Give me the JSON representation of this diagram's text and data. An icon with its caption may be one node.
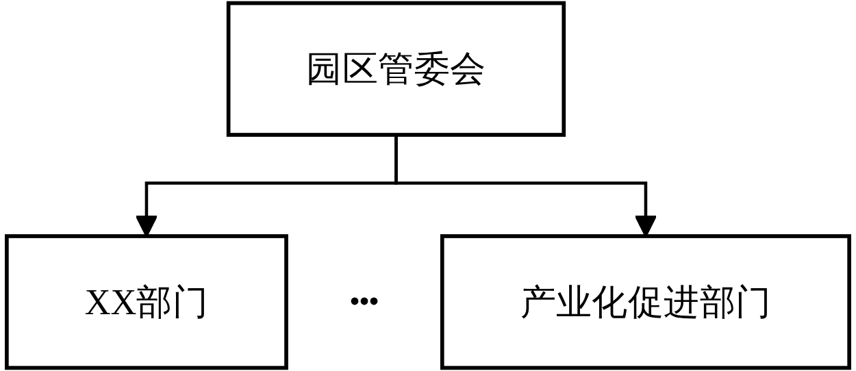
{
  "diagram": {
    "nodes": [
      {
        "text": [
          "园区管委会"
        ]
      },
      {
        "text": [
          "XX部门"
        ]
      },
      {
        "text": [
          "产业化促进部门"
        ]
      }
    ],
    "edges": [
      {
        "from": 0,
        "to": 1,
        "arrow": "to"
      },
      {
        "from": 0,
        "to": 2,
        "arrow": "to"
      }
    ],
    "labels": [
      "•••"
    ]
  }
}
